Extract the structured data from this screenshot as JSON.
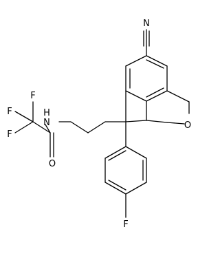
{
  "molecule": {
    "atom_labels": {
      "nitrile_n": "N",
      "amide_nh": "N",
      "amide_h": "H",
      "ring_o": "O",
      "carbonyl_o": "O",
      "cf3_f1": "F",
      "cf3_f2": "F",
      "cf3_f3": "F",
      "aryl_f": "F"
    },
    "colors": {
      "ink": "#000000",
      "background": "#ffffff"
    }
  }
}
